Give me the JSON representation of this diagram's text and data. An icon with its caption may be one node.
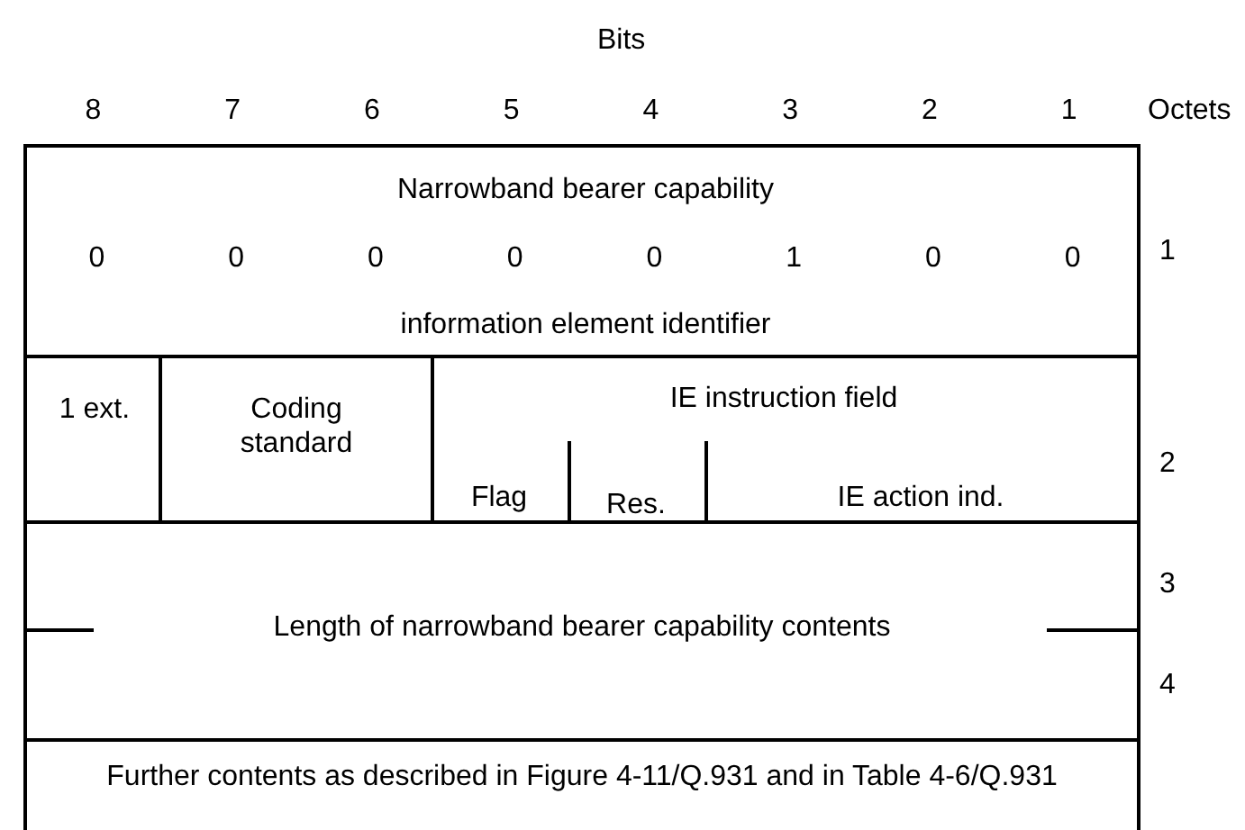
{
  "diagram": {
    "nodes": [
      {
        "text": [
          "Narrowband bearer capability",
          "0",
          "0",
          "0",
          "0",
          "0",
          "1",
          "0",
          "0",
          "information element identifier"
        ]
      },
      {
        "text": [
          "1 ext."
        ]
      },
      {
        "text": [
          "Coding standard"
        ]
      },
      {
        "text": [
          "IE instruction field"
        ]
      },
      {
        "text": [
          "Flag"
        ],
        "in": 3
      },
      {
        "text": [
          "Res."
        ],
        "in": 3
      },
      {
        "text": [
          "IE action ind."
        ],
        "in": 3
      },
      {
        "text": [
          "Length of narrowband bearer capability contents"
        ]
      },
      {
        "text": [
          "Further contents as described in Figure 4-11/Q.931 and in Table 4-6/Q.931"
        ]
      }
    ],
    "labels": [
      "Bits",
      "8",
      "7",
      "6",
      "5",
      "4",
      "3",
      "2",
      "1",
      "Octets",
      "1",
      "2",
      "3",
      "4"
    ]
  }
}
